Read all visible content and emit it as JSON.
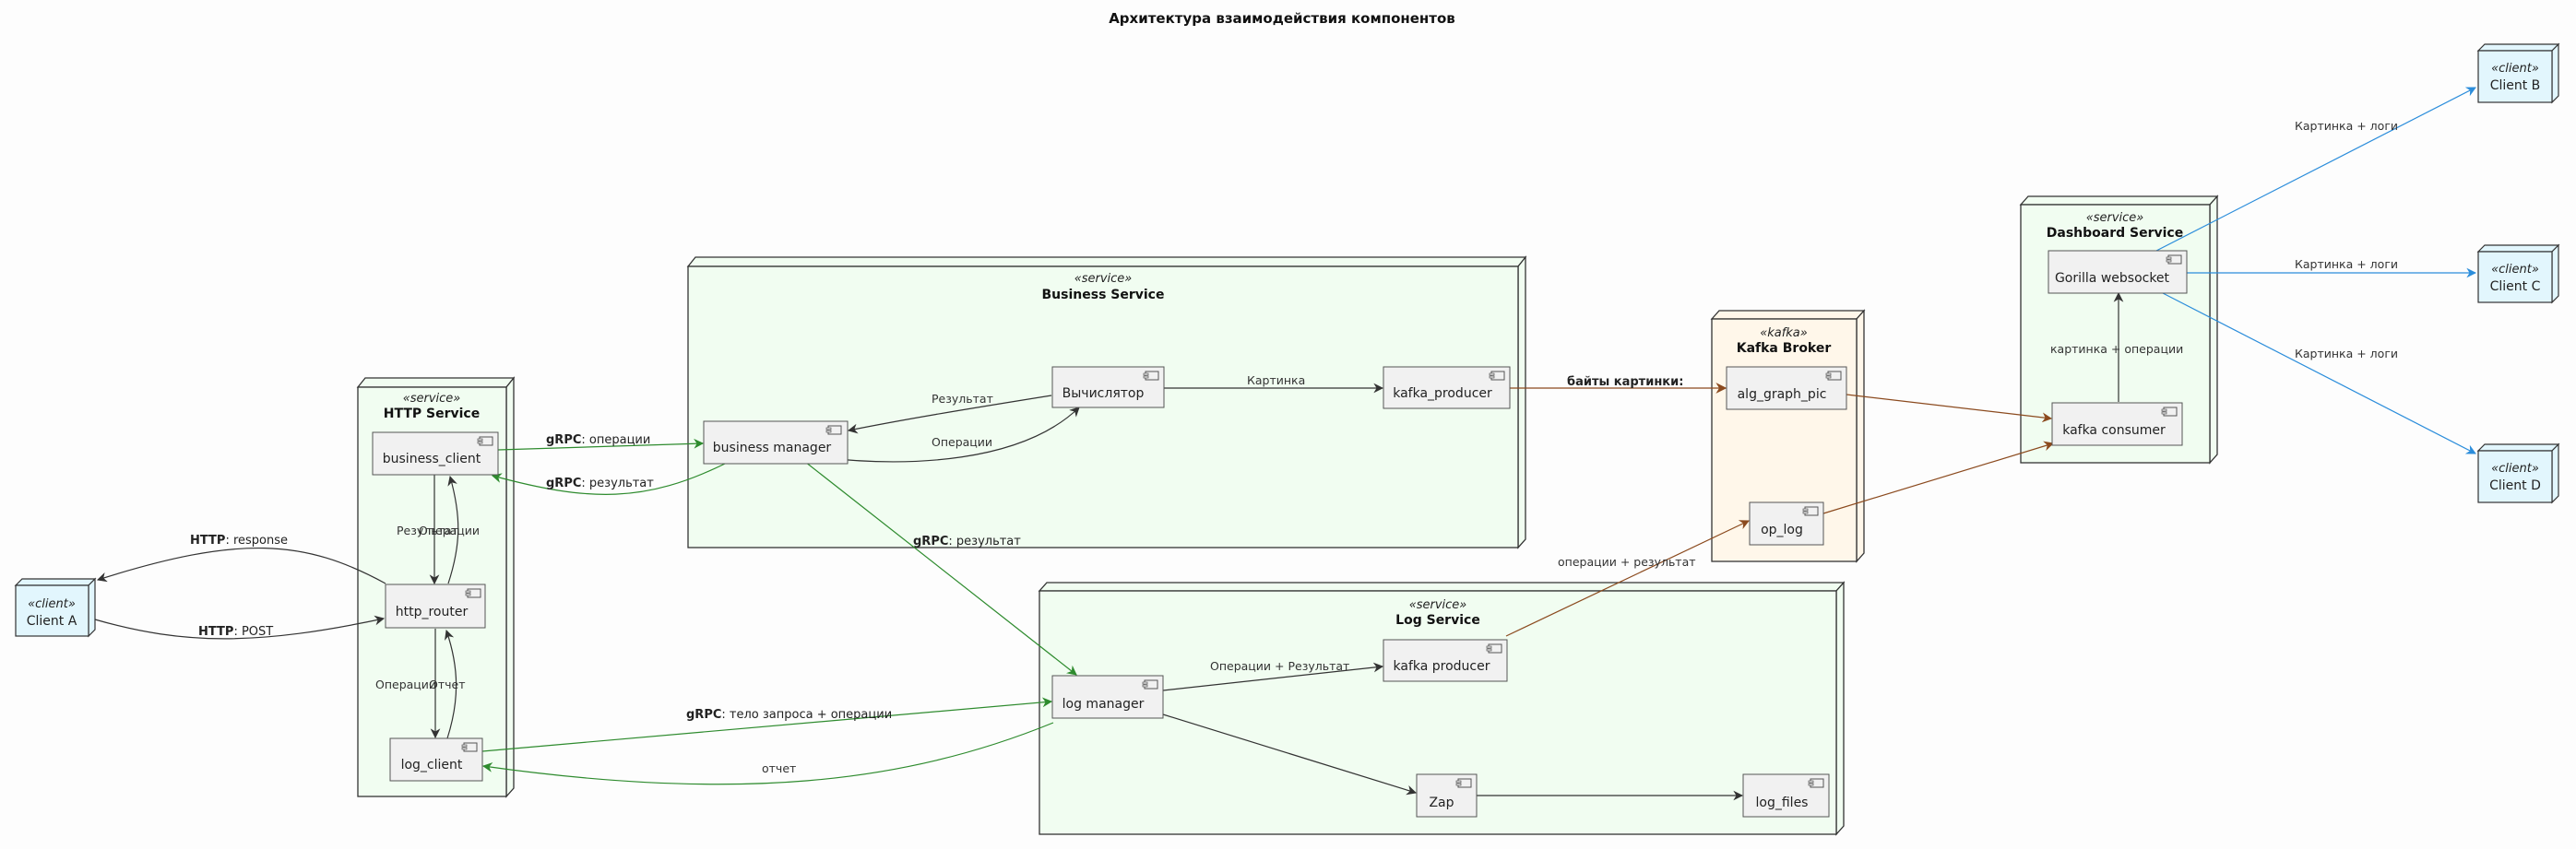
{
  "title": "Архитектура взаимодействия компонентов",
  "colors": {
    "service_fill": "#f1fdf1",
    "kafka_fill": "#fff7ea",
    "client_fill": "#e2f6fd",
    "component_fill": "#f1f1f1",
    "border": "#333333",
    "edge_dark": "#333333",
    "edge_green": "#2e8b2e",
    "edge_brown": "#8b4a1e",
    "edge_blue": "#2b8ddb"
  },
  "nodes": {
    "http_service": {
      "stereotype": "«service»",
      "name": "HTTP Service"
    },
    "business_service": {
      "stereotype": "«service»",
      "name": "Business Service"
    },
    "log_service": {
      "stereotype": "«service»",
      "name": "Log Service"
    },
    "kafka_broker": {
      "stereotype": "«kafka»",
      "name": "Kafka Broker"
    },
    "dashboard_service": {
      "stereotype": "«service»",
      "name": "Dashboard Service"
    }
  },
  "clients": {
    "a": {
      "stereotype": "«client»",
      "name": "Client A"
    },
    "b": {
      "stereotype": "«client»",
      "name": "Client B"
    },
    "c": {
      "stereotype": "«client»",
      "name": "Client C"
    },
    "d": {
      "stereotype": "«client»",
      "name": "Client D"
    }
  },
  "components": {
    "business_client": "business_client",
    "http_router": "http_router",
    "log_client": "log_client",
    "business_manager": "business manager",
    "calculator": "Вычислятор",
    "kafka_producer_bs": "kafka_producer",
    "log_manager": "log manager",
    "kafka_producer_ls": "kafka producer",
    "zap": "Zap",
    "log_files": "log_files",
    "alg_graph_pic": "alg_graph_pic",
    "op_log": "op_log",
    "gorilla_websocket": "Gorilla websocket",
    "kafka_consumer": "kafka consumer"
  },
  "edges": {
    "http_response": {
      "proto": "HTTP",
      "text": ": response"
    },
    "http_post": {
      "proto": "HTTP",
      "text": ": POST"
    },
    "grpc_ops": {
      "proto": "gRPC",
      "text": ": операции"
    },
    "grpc_result": {
      "proto": "gRPC",
      "text": ": результат"
    },
    "grpc_result_log": {
      "proto": "gRPC",
      "text": ": результат"
    },
    "grpc_body": {
      "proto": "gRPC",
      "text": ": тело запроса + операции"
    },
    "bc_down": "Результат",
    "bc_up": "Операции",
    "lc_down": "Операции",
    "lc_up": "Отчет",
    "report": "отчет",
    "result": "Результат",
    "operations": "Операции",
    "picture": "Картинка",
    "bytes": "байты картинки:",
    "ops_result": "Операции + Результат",
    "ops_result_lower": "операции + результат",
    "pic_ops": "картинка + операции",
    "pic_logs_b": "Картинка + логи",
    "pic_logs_c": "Картинка + логи",
    "pic_logs_d": "Картинка + логи"
  }
}
